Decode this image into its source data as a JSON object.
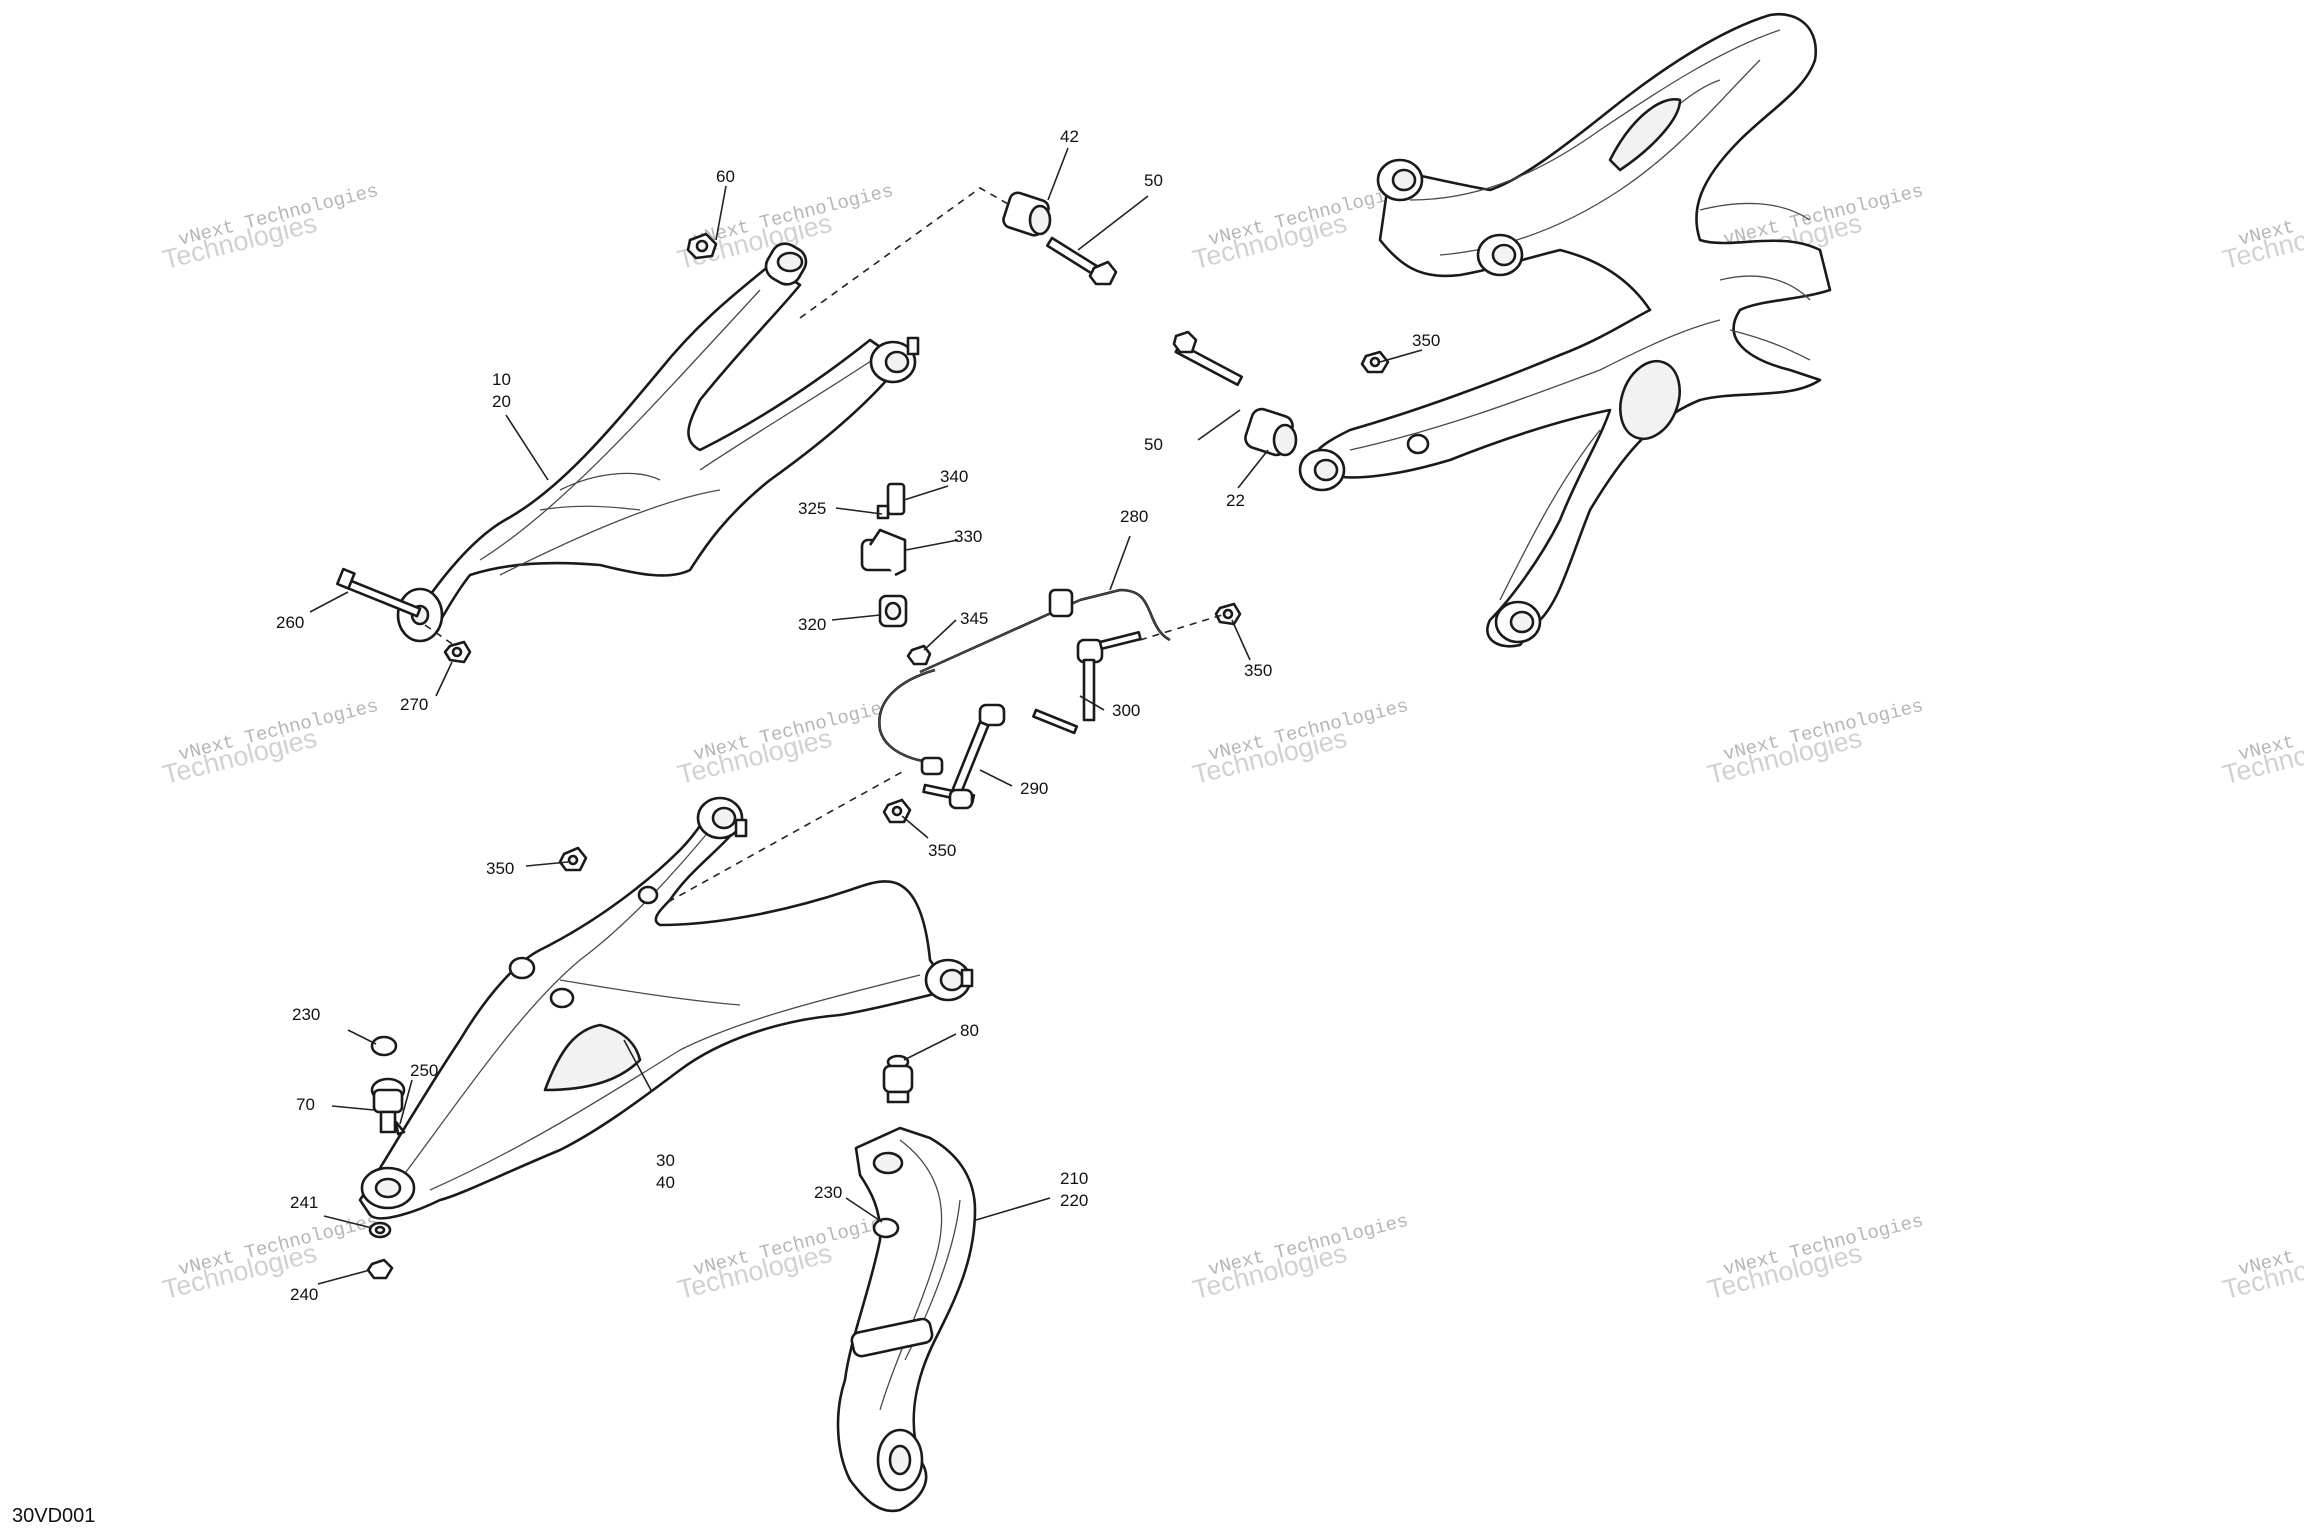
{
  "diagram_code": "30VD001",
  "watermark": {
    "line1": "vNext Technologies",
    "line2": "Technologies"
  },
  "callouts": {
    "c10": "10",
    "c20": "20",
    "c22": "22",
    "c30": "30",
    "c40": "40",
    "c42": "42",
    "c50a": "50",
    "c50b": "50",
    "c60": "60",
    "c70": "70",
    "c80": "80",
    "c210": "210",
    "c220": "220",
    "c230a": "230",
    "c230b": "230",
    "c240": "240",
    "c241": "241",
    "c250": "250",
    "c260": "260",
    "c270": "270",
    "c280": "280",
    "c290": "290",
    "c300": "300",
    "c320": "320",
    "c325": "325",
    "c330": "330",
    "c340": "340",
    "c345": "345",
    "c350a": "350",
    "c350b": "350",
    "c350c": "350",
    "c350d": "350"
  }
}
